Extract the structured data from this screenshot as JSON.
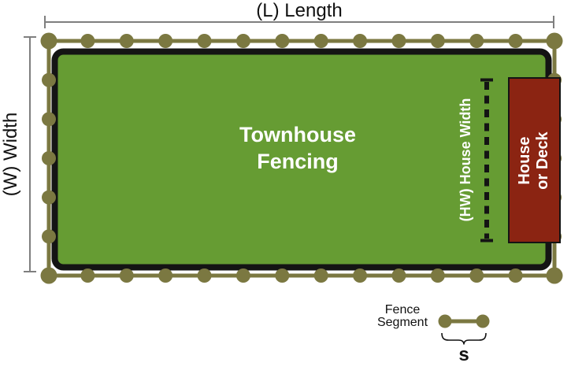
{
  "diagram": {
    "length_dimension_label": "(L) Length",
    "width_dimension_label": "(W) Width",
    "yard_label": "Townhouse\nFencing",
    "house_width_label": "(HW) House Width",
    "house_label": "House\nor Deck",
    "legend": {
      "label": "Fence\nSegment",
      "segment_length_symbol": "s"
    },
    "fence": {
      "posts_per_long_side": 14,
      "posts_per_short_side": 7
    },
    "colors": {
      "grass": "#669c33",
      "fence": "#7b7841",
      "outline": "#141414",
      "house": "#8b2412",
      "dimension_line": "#7f7f7f",
      "label_text": "#111111",
      "yard_text": "#ffffff"
    }
  }
}
